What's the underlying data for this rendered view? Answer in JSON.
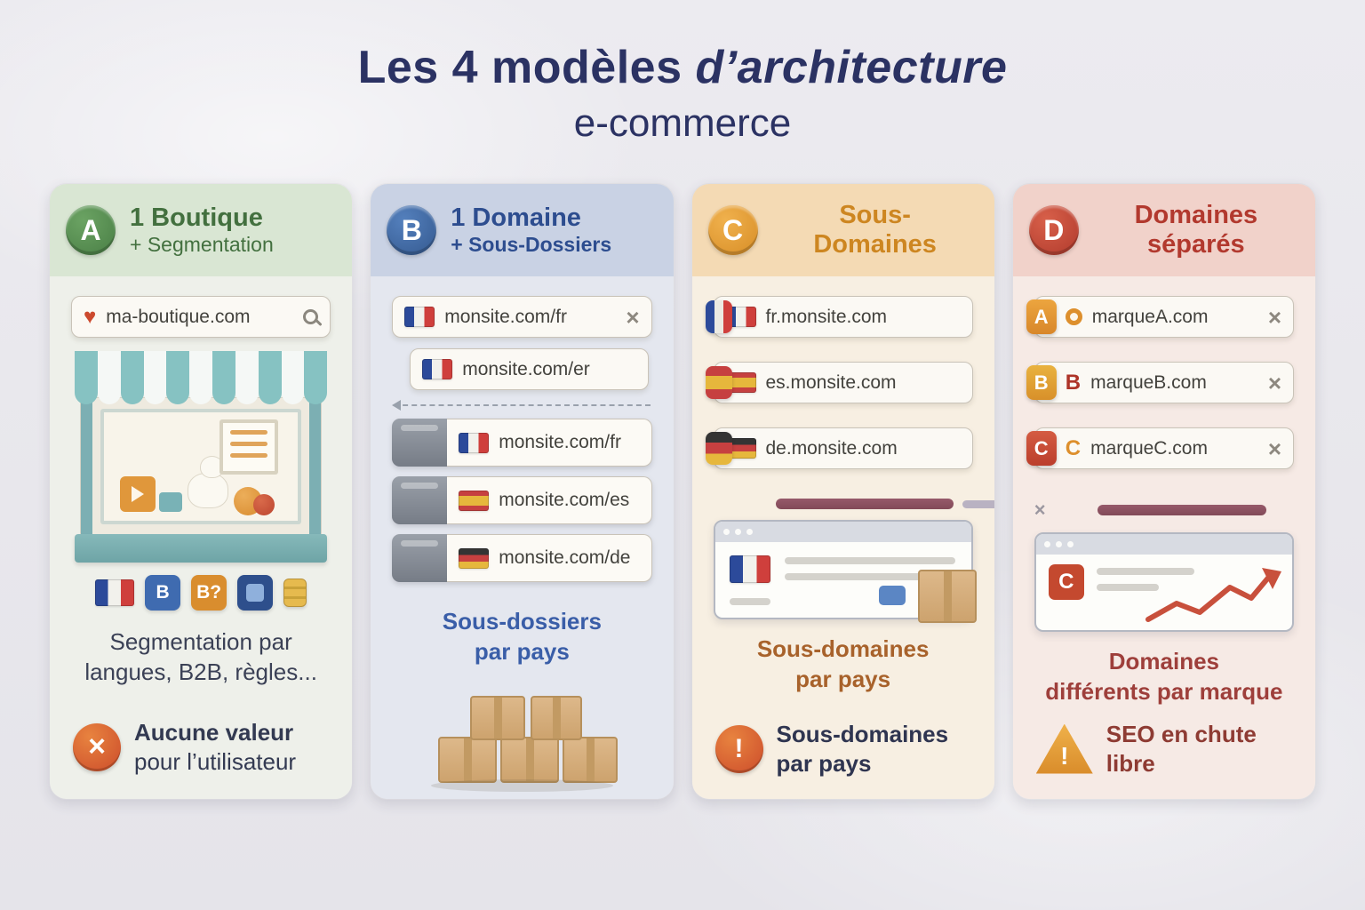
{
  "title": {
    "part1": "Les 4 modèles ",
    "part2": "d’architecture",
    "line2": "e-commerce"
  },
  "cards": {
    "a": {
      "badge": "A",
      "title": "1 Boutique",
      "subtitle": "+ Segmentation",
      "url": "ma-boutique.com",
      "chips": [
        "B",
        "B?"
      ],
      "icons": [
        "heart-icon",
        "magnifier-icon",
        "france-flag-icon",
        "coins-icon"
      ],
      "caption_line1": "Segmentation par",
      "caption_line2": "langues, B2B, règles...",
      "note_bold": "Aucune valeur",
      "note_text": "pour l’utilisateur"
    },
    "b": {
      "badge": "B",
      "title": "1 Domaine",
      "subtitle": "+ Sous-Dossiers",
      "url_bars": [
        "monsite.com/fr",
        "monsite.com/er"
      ],
      "folders": [
        "monsite.com/fr",
        "monsite.com/es",
        "monsite.com/de"
      ],
      "folder_flags": [
        "france-flag-icon",
        "spain-flag-icon",
        "germany-flag-icon"
      ],
      "caption_line1": "Sous-dossiers",
      "caption_line2": "par pays"
    },
    "c": {
      "badge": "C",
      "title_line1": "Sous-",
      "title_line2": "Domaines",
      "url_bars": [
        "fr.monsite.com",
        "es.monsite.com",
        "de.monsite.com"
      ],
      "bar_flags": [
        "france-flag-icon",
        "spain-flag-icon",
        "germany-flag-icon"
      ],
      "caption_line1": "Sous-domaines",
      "caption_line2": "par pays",
      "note_line1": "Sous-domaines",
      "note_line2": "par pays"
    },
    "d": {
      "badge": "D",
      "title_line1": "Domaines",
      "title_line2": "séparés",
      "bars": [
        {
          "tab": "A",
          "icon": "favicon-circle",
          "domain": "marqueA.com"
        },
        {
          "tab": "B",
          "icon": "B",
          "domain": "marqueB.com"
        },
        {
          "tab": "C",
          "icon": "C",
          "domain": "marqueC.com"
        }
      ],
      "caption_line1": "Domaines",
      "caption_line2": "différents par marque",
      "note_bold": "SEO",
      "note_text": "en chute libre"
    }
  },
  "colors": {
    "accent_green": "#497e45",
    "accent_blue": "#34598f",
    "accent_orange": "#d78d26",
    "accent_red": "#b03a2c",
    "title_navy": "#2b3263",
    "maroon_divider": "#824a58"
  }
}
